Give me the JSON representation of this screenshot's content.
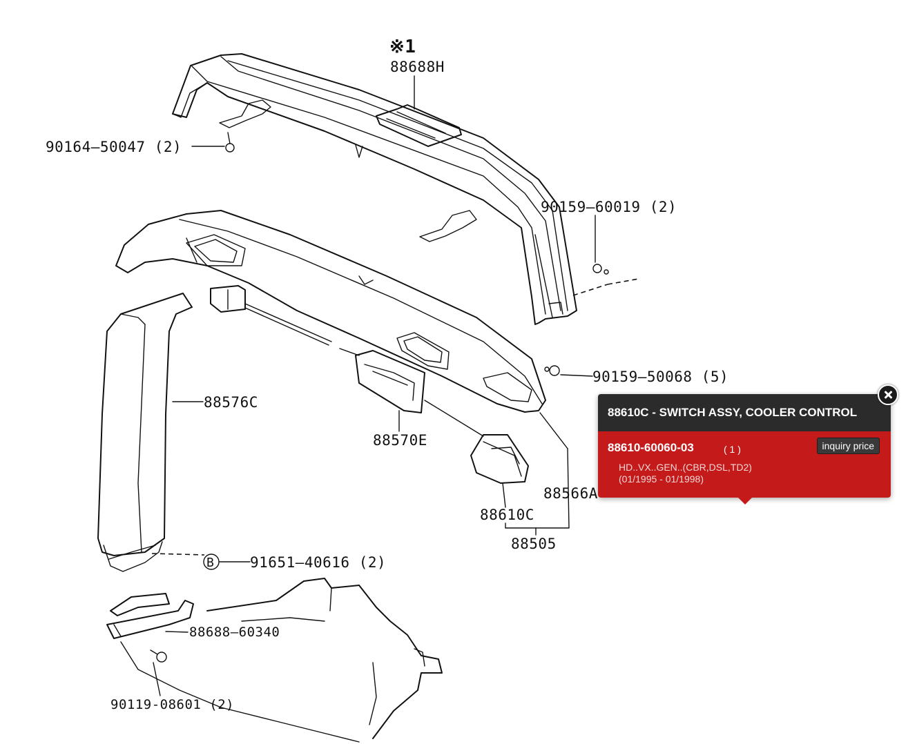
{
  "diagram": {
    "labels": {
      "note_mark": "※1",
      "part_88688h": "88688H",
      "part_90164": "90164–50047 (2)",
      "part_90159_60019": "90159–60019 (2)",
      "part_90159_50068": "90159–50068 (5)",
      "part_88576c": "88576C",
      "part_88570e": "88570E",
      "part_88566a": "88566A",
      "part_88610c": "88610C",
      "part_88505": "88505",
      "marker_b": "B",
      "part_91651": "91651–40616 (2)",
      "part_88688_60340": "88688–60340",
      "part_90119": "90119-08601 (2)"
    }
  },
  "popup": {
    "title": "88610C - SWITCH ASSY, COOLER CONTROL",
    "part_number": "88610-60060-03",
    "quantity": "( 1 )",
    "inquiry_label": "inquiry price",
    "applicability": "HD..VX..GEN..(CBR,DSL,TD2)",
    "date_range": "(01/1995 - 01/1998)"
  }
}
